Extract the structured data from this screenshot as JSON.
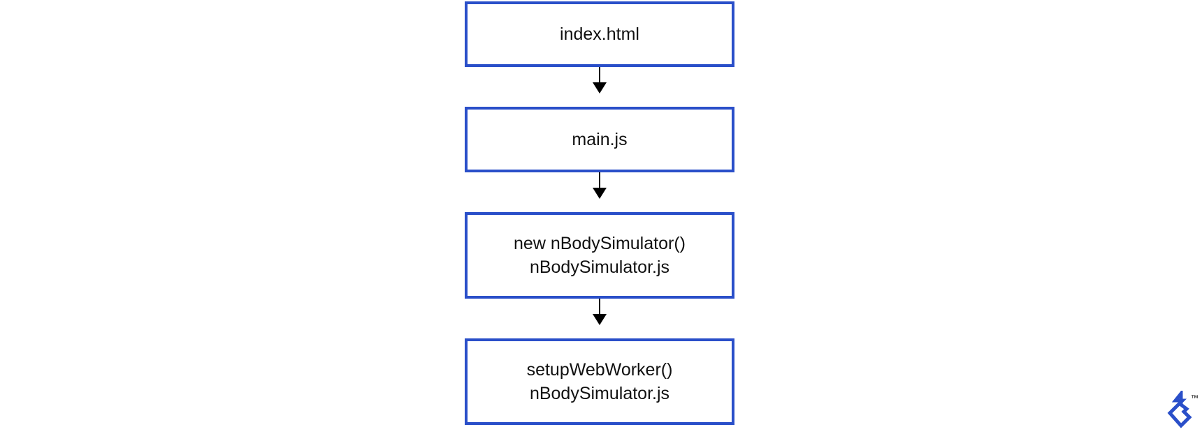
{
  "flow": {
    "nodes": [
      {
        "lines": [
          "index.html"
        ]
      },
      {
        "lines": [
          "main.js"
        ]
      },
      {
        "lines": [
          "new nBodySimulator()",
          "nBodySimulator.js"
        ]
      },
      {
        "lines": [
          "setupWebWorker()",
          "nBodySimulator.js"
        ]
      }
    ]
  },
  "brand": {
    "logo_icon": "toptal-logo-icon",
    "trademark": "™",
    "color": "#2a4fc9"
  },
  "colors": {
    "box_border": "#2a4fc9",
    "arrow": "#000000",
    "text": "#111111"
  }
}
